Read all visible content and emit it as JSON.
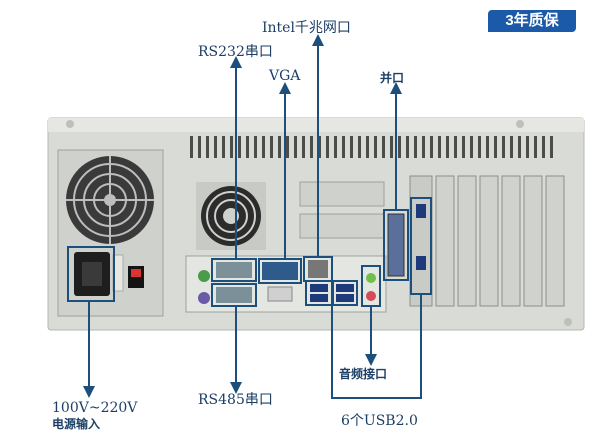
{
  "badge": "3年质保",
  "labels": {
    "intel_lan": "Intel千兆网口",
    "rs232": "RS232串口",
    "vga": "VGA",
    "parallel": "并口",
    "power_line1": "100V~220V",
    "power_line2": "电源输入",
    "rs485": "RS485串口",
    "audio": "音频接口",
    "usb": "6个USB2.0"
  },
  "colors": {
    "accent": "#1d4f7c",
    "badge_bg": "#1a5aa8",
    "chassis": "#d9dbd6",
    "panel": "#2b2b2b"
  }
}
